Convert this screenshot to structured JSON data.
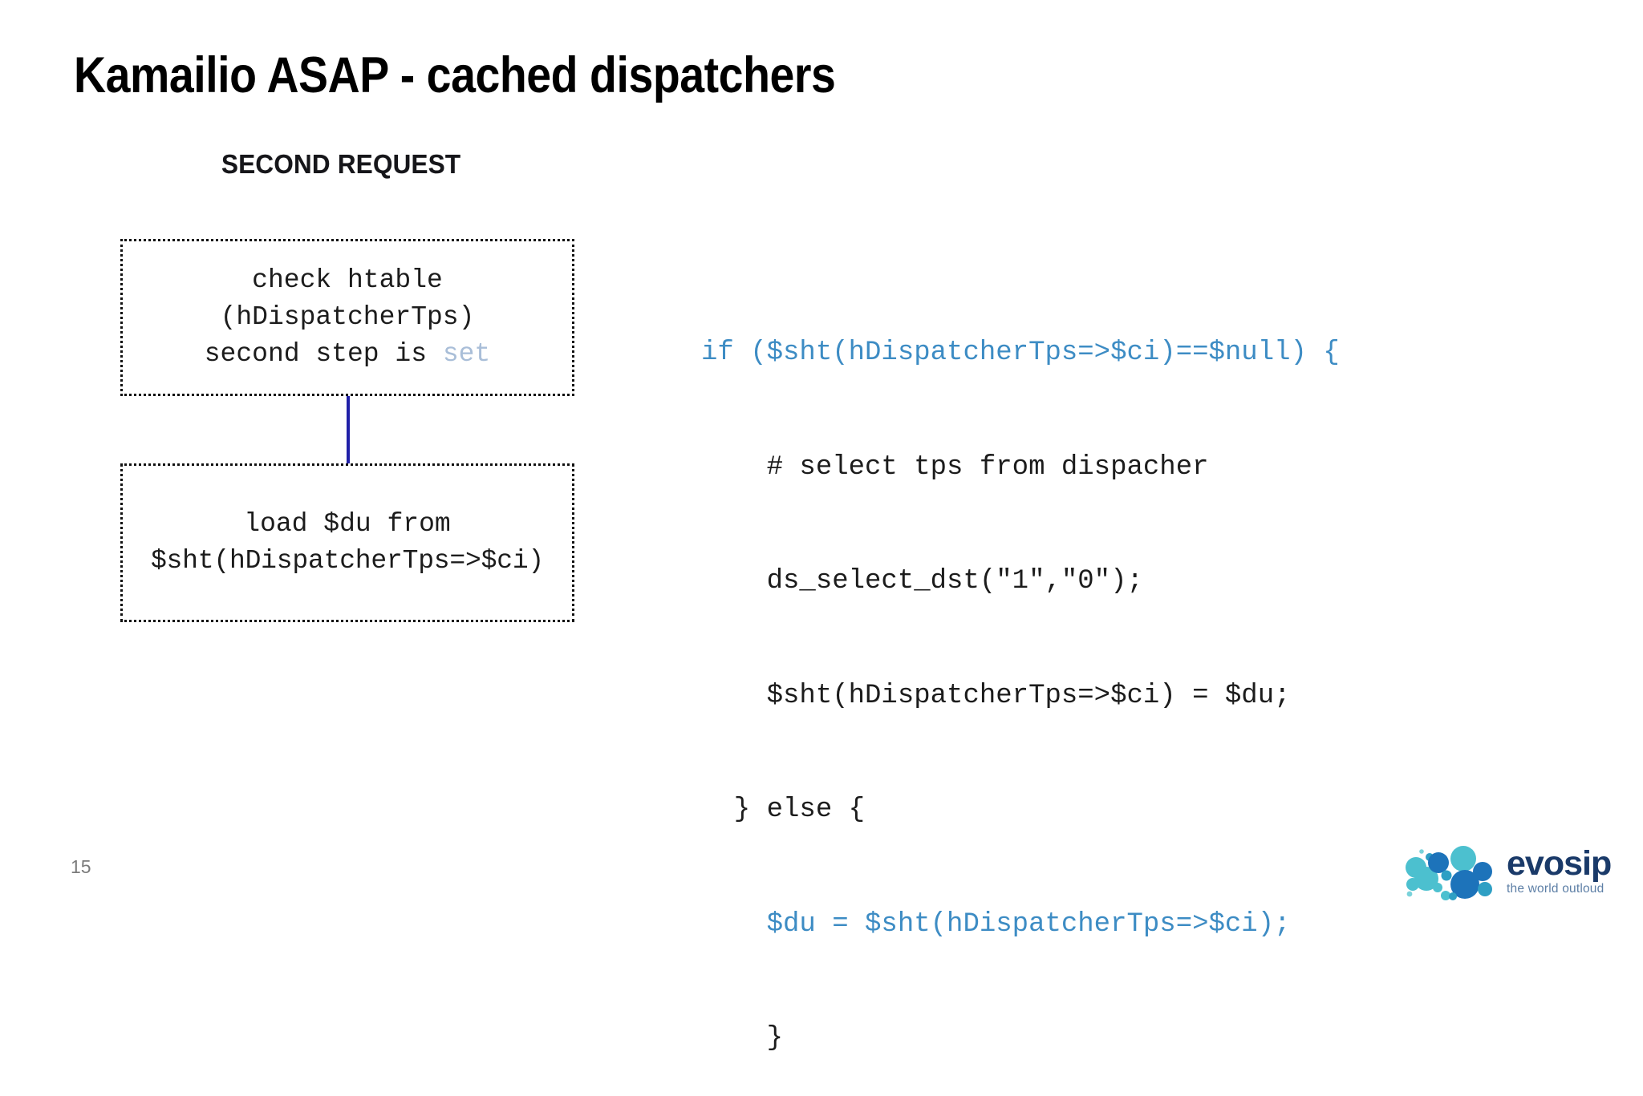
{
  "slide": {
    "title": "Kamailio ASAP - cached dispatchers",
    "page_number": "15",
    "background_color": "#ffffff"
  },
  "diagram": {
    "heading": "SECOND REQUEST",
    "connector_color": "#2020a8",
    "box_border_style": "dotted",
    "boxes": [
      {
        "name": "check-htable-box",
        "lines": [
          {
            "text": "check htable",
            "highlight": ""
          },
          {
            "text": "(hDispatcherTps)",
            "highlight": ""
          },
          {
            "text": "second step is ",
            "highlight": "set"
          }
        ]
      },
      {
        "name": "load-du-box",
        "lines": [
          {
            "text": "load $du from",
            "highlight": ""
          },
          {
            "text": "$sht(hDispatcherTps=>$ci)",
            "highlight": ""
          }
        ]
      }
    ],
    "muted_token_color": "#a9bed8"
  },
  "code": {
    "accent_color": "#3d8cc4",
    "lines": [
      {
        "text": "if ($sht(hDispatcherTps=>$ci)==$null) {",
        "accent": true
      },
      {
        "text": "    # select tps from dispacher",
        "accent": false
      },
      {
        "text": "    ds_select_dst(\"1\",\"0\");",
        "accent": false
      },
      {
        "text": "    $sht(hDispatcherTps=>$ci) = $du;",
        "accent": false
      },
      {
        "text": "  } else {",
        "accent": false
      },
      {
        "text": "    $du = $sht(hDispatcherTps=>$ci);",
        "accent": true
      },
      {
        "text": "    }",
        "accent": false
      }
    ]
  },
  "logo": {
    "wordmark": "evosip",
    "tagline": "the world outloud",
    "wordmark_color": "#1a3a69",
    "tagline_color": "#5d7fa6",
    "bubble_colors": [
      "#4cc0cf",
      "#1d73ba",
      "#2e9fc4",
      "#7ad2da"
    ]
  }
}
